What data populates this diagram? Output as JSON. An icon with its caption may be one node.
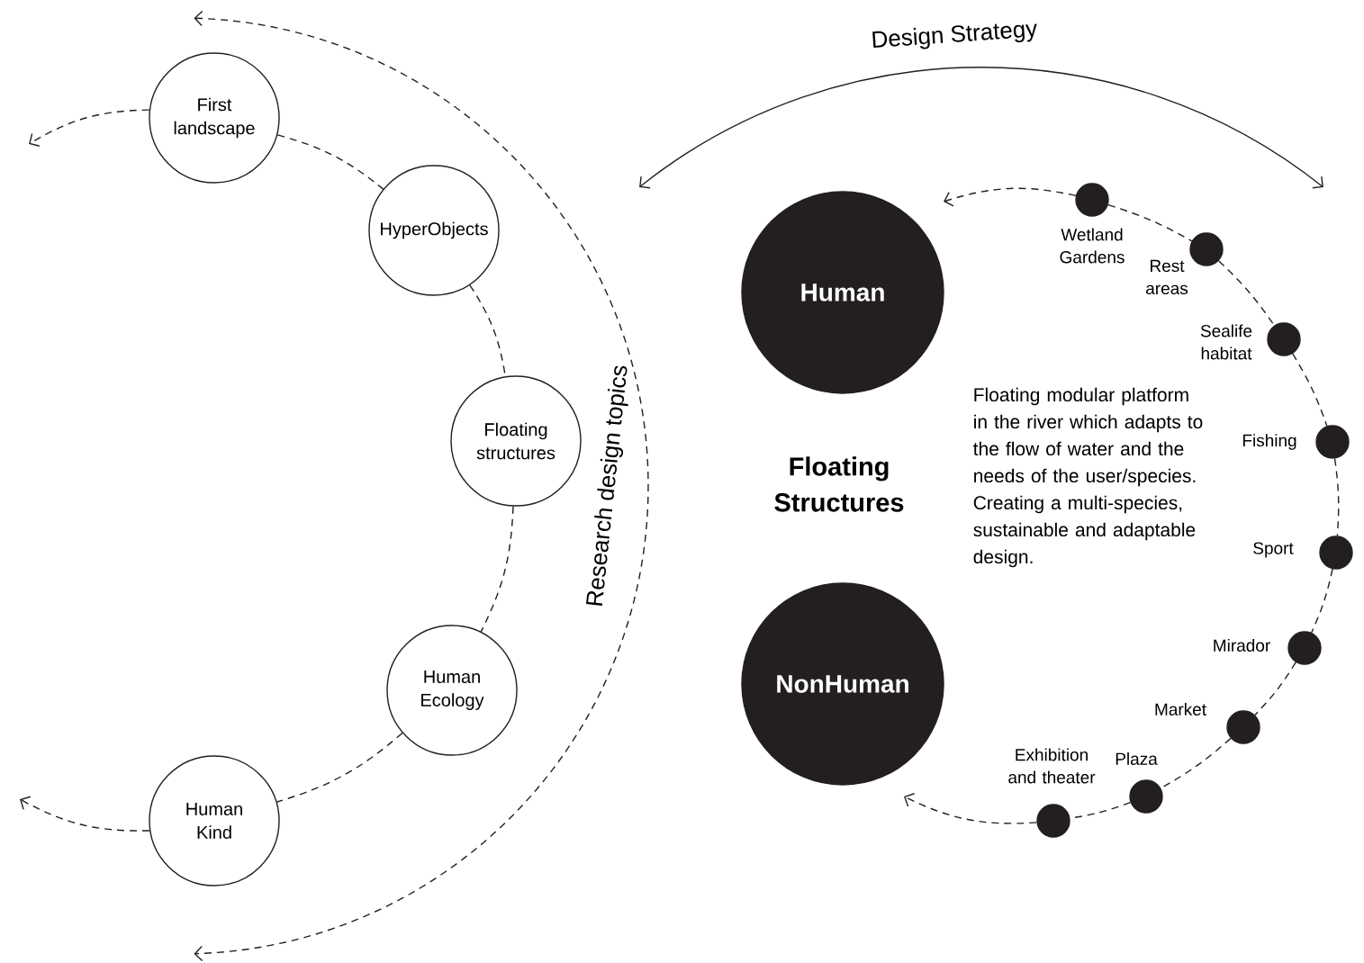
{
  "diagram": {
    "nodes": [
      {
        "text": [
          "First landscape"
        ]
      },
      {
        "text": [
          "HyperObjects"
        ]
      },
      {
        "text": [
          "Floating structures"
        ]
      },
      {
        "text": [
          "Human Ecology"
        ]
      },
      {
        "text": [
          "Human Kind"
        ]
      },
      {
        "text": [
          "Human"
        ]
      },
      {
        "text": [
          "NonHuman"
        ]
      },
      {
        "text": [],
        "shape": "circle",
        "beside": [
          "Wetland Gardens"
        ]
      },
      {
        "text": [],
        "shape": "circle",
        "beside": [
          "Rest areas"
        ]
      },
      {
        "text": [],
        "shape": "circle",
        "beside": [
          "Sealife habitat"
        ]
      },
      {
        "text": [],
        "shape": "circle",
        "beside": [
          "Fishing"
        ]
      },
      {
        "text": [],
        "shape": "circle",
        "beside": [
          "Sport"
        ]
      },
      {
        "text": [],
        "shape": "circle",
        "beside": [
          "Mirador"
        ]
      },
      {
        "text": [],
        "shape": "circle",
        "beside": [
          "Market"
        ]
      },
      {
        "text": [],
        "shape": "circle",
        "beside": [
          "Plaza"
        ]
      },
      {
        "text": [],
        "shape": "circle",
        "beside": [
          "Exhibition and theater"
        ]
      }
    ],
    "edges": [
      {
        "from": 0,
        "to": null,
        "arrow": "to",
        "style": "dashed"
      },
      {
        "from": 0,
        "to": 1,
        "arrow": "none",
        "style": "dashed"
      },
      {
        "from": 1,
        "to": 2,
        "arrow": "none",
        "style": "dashed"
      },
      {
        "from": 2,
        "to": 3,
        "arrow": "none",
        "style": "dashed"
      },
      {
        "from": 3,
        "to": 4,
        "arrow": "none",
        "style": "dashed"
      },
      {
        "from": 4,
        "to": null,
        "arrow": "to",
        "style": "dashed"
      },
      {
        "from": 7,
        "to": null,
        "arrow": "to",
        "style": "dashed"
      },
      {
        "from": 7,
        "to": 8,
        "arrow": "none",
        "style": "dashed"
      },
      {
        "from": 8,
        "to": 9,
        "arrow": "none",
        "style": "dashed"
      },
      {
        "from": 9,
        "to": 10,
        "arrow": "none",
        "style": "dashed"
      },
      {
        "from": 10,
        "to": 11,
        "arrow": "none",
        "style": "dashed"
      },
      {
        "from": 11,
        "to": 12,
        "arrow": "none",
        "style": "dashed"
      },
      {
        "from": 12,
        "to": 13,
        "arrow": "none",
        "style": "dashed"
      },
      {
        "from": 13,
        "to": 14,
        "arrow": "none",
        "style": "dashed"
      },
      {
        "from": 14,
        "to": 15,
        "arrow": "none",
        "style": "dashed"
      },
      {
        "from": 15,
        "to": null,
        "arrow": "to",
        "style": "dashed"
      }
    ],
    "labels": [
      "Design Strategy",
      "Research design topics",
      "Floating Structures",
      "Floating modular platform in the river which adapts to the flow of water and the needs of the user/species. Creating a multi-species, sustainable and adaptable design."
    ]
  }
}
